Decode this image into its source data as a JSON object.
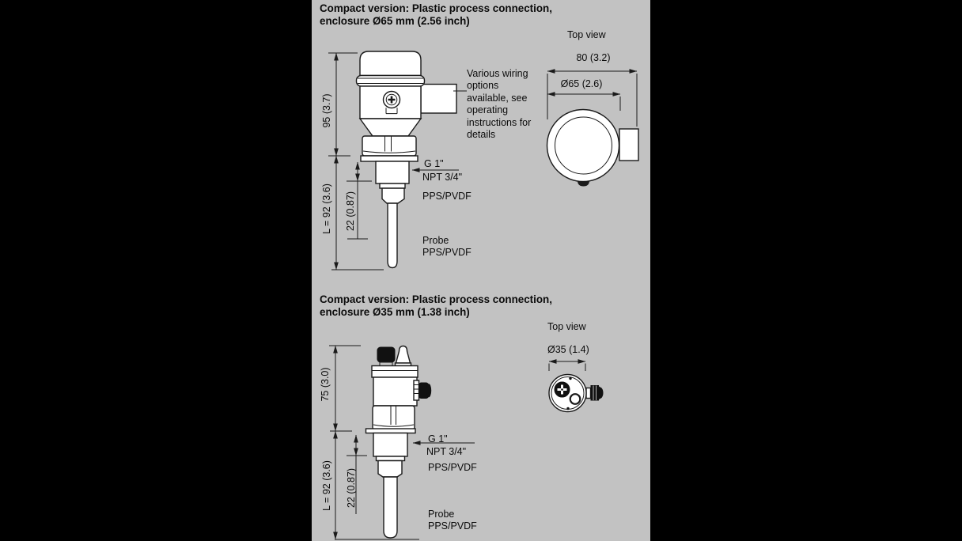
{
  "page": {
    "background": "#c2c2c2",
    "frame_background": "#000000",
    "line_color": "#1a1a1a"
  },
  "section1": {
    "title_line1": "Compact version: Plastic process connection,",
    "title_line2": "enclosure Ø65 mm (2.56 inch)",
    "top_view": {
      "label": "Top view",
      "dim_width": "80 (3.2)",
      "dim_diameter": "Ø65 (2.6)"
    },
    "side_view": {
      "dim_height": "95 (3.7)",
      "dim_total_length": "L = 92 (3.6)",
      "dim_thread_length": "22 (0.87)",
      "wiring_note_lines": [
        "Various wiring",
        "options",
        "available, see",
        "operating",
        "instructions for",
        "details"
      ],
      "thread_label_1": "G 1\"",
      "thread_label_2": "NPT 3/4\"",
      "material_label": "PPS/PVDF",
      "probe_label_line1": "Probe",
      "probe_label_line2": "PPS/PVDF"
    }
  },
  "section2": {
    "title_line1": "Compact version: Plastic process connection,",
    "title_line2": "enclosure Ø35 mm (1.38 inch)",
    "top_view": {
      "label": "Top view",
      "dim_diameter": "Ø35 (1.4)"
    },
    "side_view": {
      "dim_height": "75 (3.0)",
      "dim_total_length": "L = 92 (3.6)",
      "dim_thread_length": "22 (0.87)",
      "thread_label_1": "G 1\"",
      "thread_label_2": "NPT 3/4\"",
      "material_label": "PPS/PVDF",
      "probe_label_line1": "Probe",
      "probe_label_line2": "PPS/PVDF"
    }
  }
}
